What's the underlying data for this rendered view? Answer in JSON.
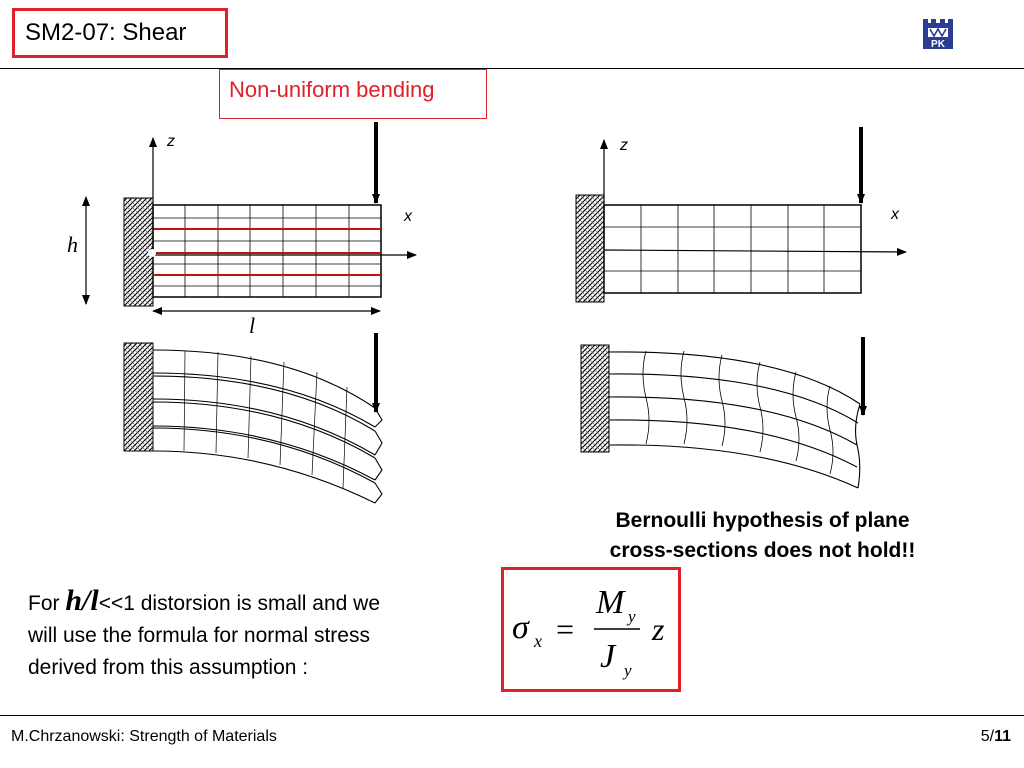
{
  "header": {
    "title": "SM2-07: Shear"
  },
  "tag": "Non-uniform bending",
  "diagram": {
    "axis_z": "z",
    "axis_x": "x",
    "dim_h": "h",
    "dim_l": "l"
  },
  "conclusion": {
    "line1": "Bernoulli hypothesis of plane",
    "line2": "cross-sections does not hold!!"
  },
  "paragraph": {
    "prefix": "For ",
    "ratio": "h/l",
    "comparison": "<<1",
    "text1": " distorsion  is small and we",
    "line2": "will use the formula for normal stress",
    "line3": "derived from this assumption :"
  },
  "formula": {
    "sigma": "σ",
    "sub_x": "x",
    "eq": "=",
    "num": "M",
    "num_sub": "y",
    "den": "J",
    "den_sub": "y",
    "z": "z"
  },
  "footer": {
    "author": "M.Chrzanowski: Strength of Materials",
    "page": "5",
    "sep": "/",
    "total": "11"
  },
  "colors": {
    "accent_red": "#e0202a",
    "logo_blue": "#2a3c94"
  },
  "icons": {
    "logo": "university-logo-icon"
  }
}
